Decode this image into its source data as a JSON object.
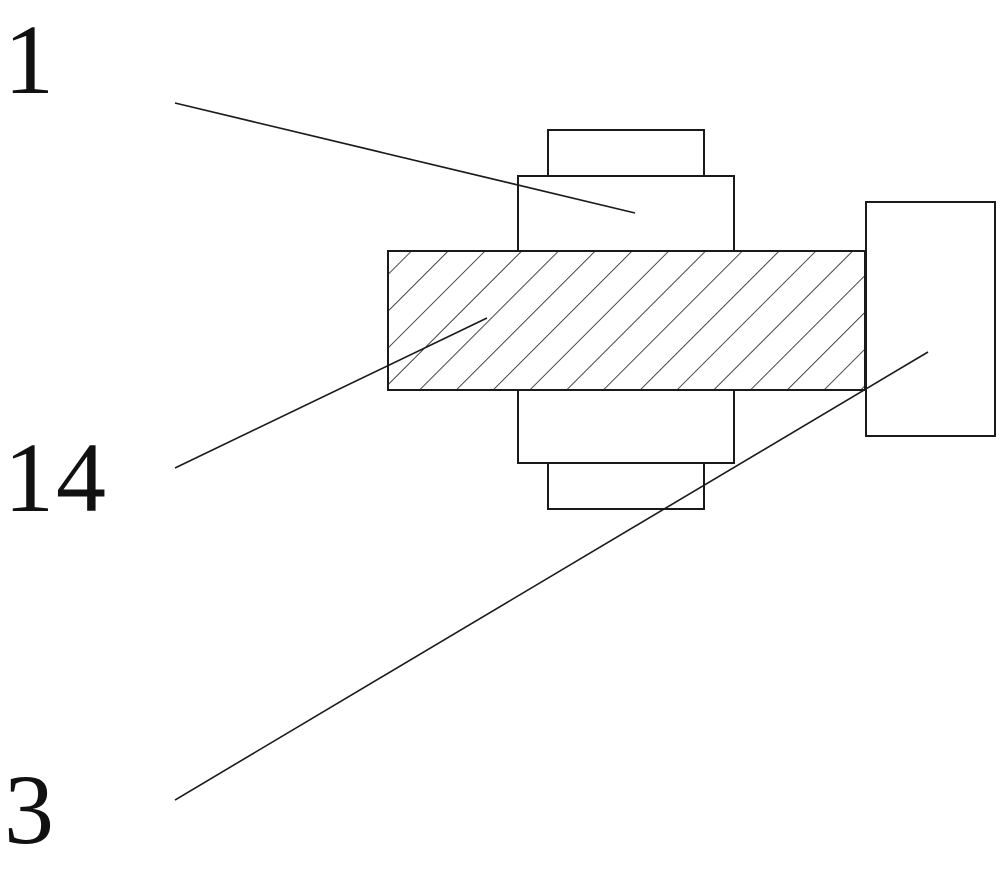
{
  "labels": {
    "part_1": "1",
    "part_14": "14",
    "part_3": "3"
  },
  "colors": {
    "stroke": "#1a1a1a",
    "hatch": "#1a1a1a",
    "background": "#ffffff"
  }
}
